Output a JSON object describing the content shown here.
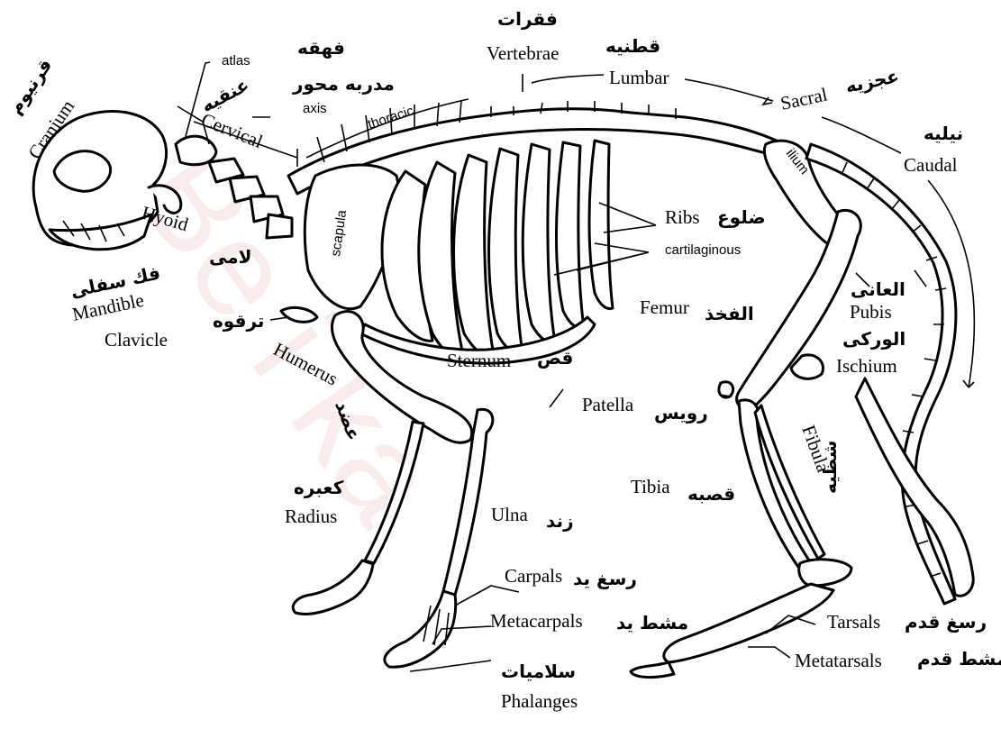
{
  "labels": {
    "cranium_ar": "قرنيوم",
    "cranium": "Cranium",
    "atlas": "atlas",
    "atlas_ar": "فهقه",
    "axis_ar": "مدربه محور",
    "axis": "axis",
    "cervical_ar": "عنقيه",
    "cervical": "Cervical",
    "thoracic": "thoracic",
    "vertebrae_ar": "فقرات",
    "vertebrae": "Vertebrae",
    "lumbar_ar": "قطنيه",
    "lumbar": "Lumbar",
    "sacral": "Sacral",
    "sacral_ar": "عجزيه",
    "caudal_ar": "نيليه",
    "caudal": "Caudal",
    "hyoid": "Hyoid",
    "hyoid_ar": "لامى",
    "mandible_ar": "فك سفلى",
    "mandible": "Mandible",
    "clavicle": "Clavicle",
    "clavicle_ar": "ترقوه",
    "scapula": "scapula",
    "ilium": "ilium",
    "ribs": "Ribs",
    "ribs_ar": "ضلوع",
    "cartilaginous": "cartilaginous",
    "femur": "Femur",
    "femur_ar": "الفخذ",
    "pubis_ar": "العانى",
    "pubis": "Pubis",
    "ischium_ar": "الوركى",
    "ischium": "Ischium",
    "humerus": "Humerus",
    "humerus_ar": "عضد",
    "sternum": "Sternum",
    "sternum_ar": "قص",
    "patella": "Patella",
    "patella_ar": "رويس",
    "fibula": "Fibula",
    "fibula_ar": "شظيه",
    "radius_ar": "كعبره",
    "radius": "Radius",
    "ulna": "Ulna",
    "ulna_ar": "زند",
    "tibia": "Tibia",
    "tibia_ar": "قصبه",
    "carpals": "Carpals",
    "carpals_ar": "رسغ يد",
    "metacarpals": "Metacarpals",
    "metacarpals_ar": "مشط يد",
    "tarsals": "Tarsals",
    "tarsals_ar": "رسغ قدم",
    "metatarsals": "Metatarsals",
    "metatarsals_ar": "مشط قدم",
    "phalanges_ar": "سلاميات",
    "phalanges": "Phalanges"
  },
  "watermark": "Be i ka"
}
